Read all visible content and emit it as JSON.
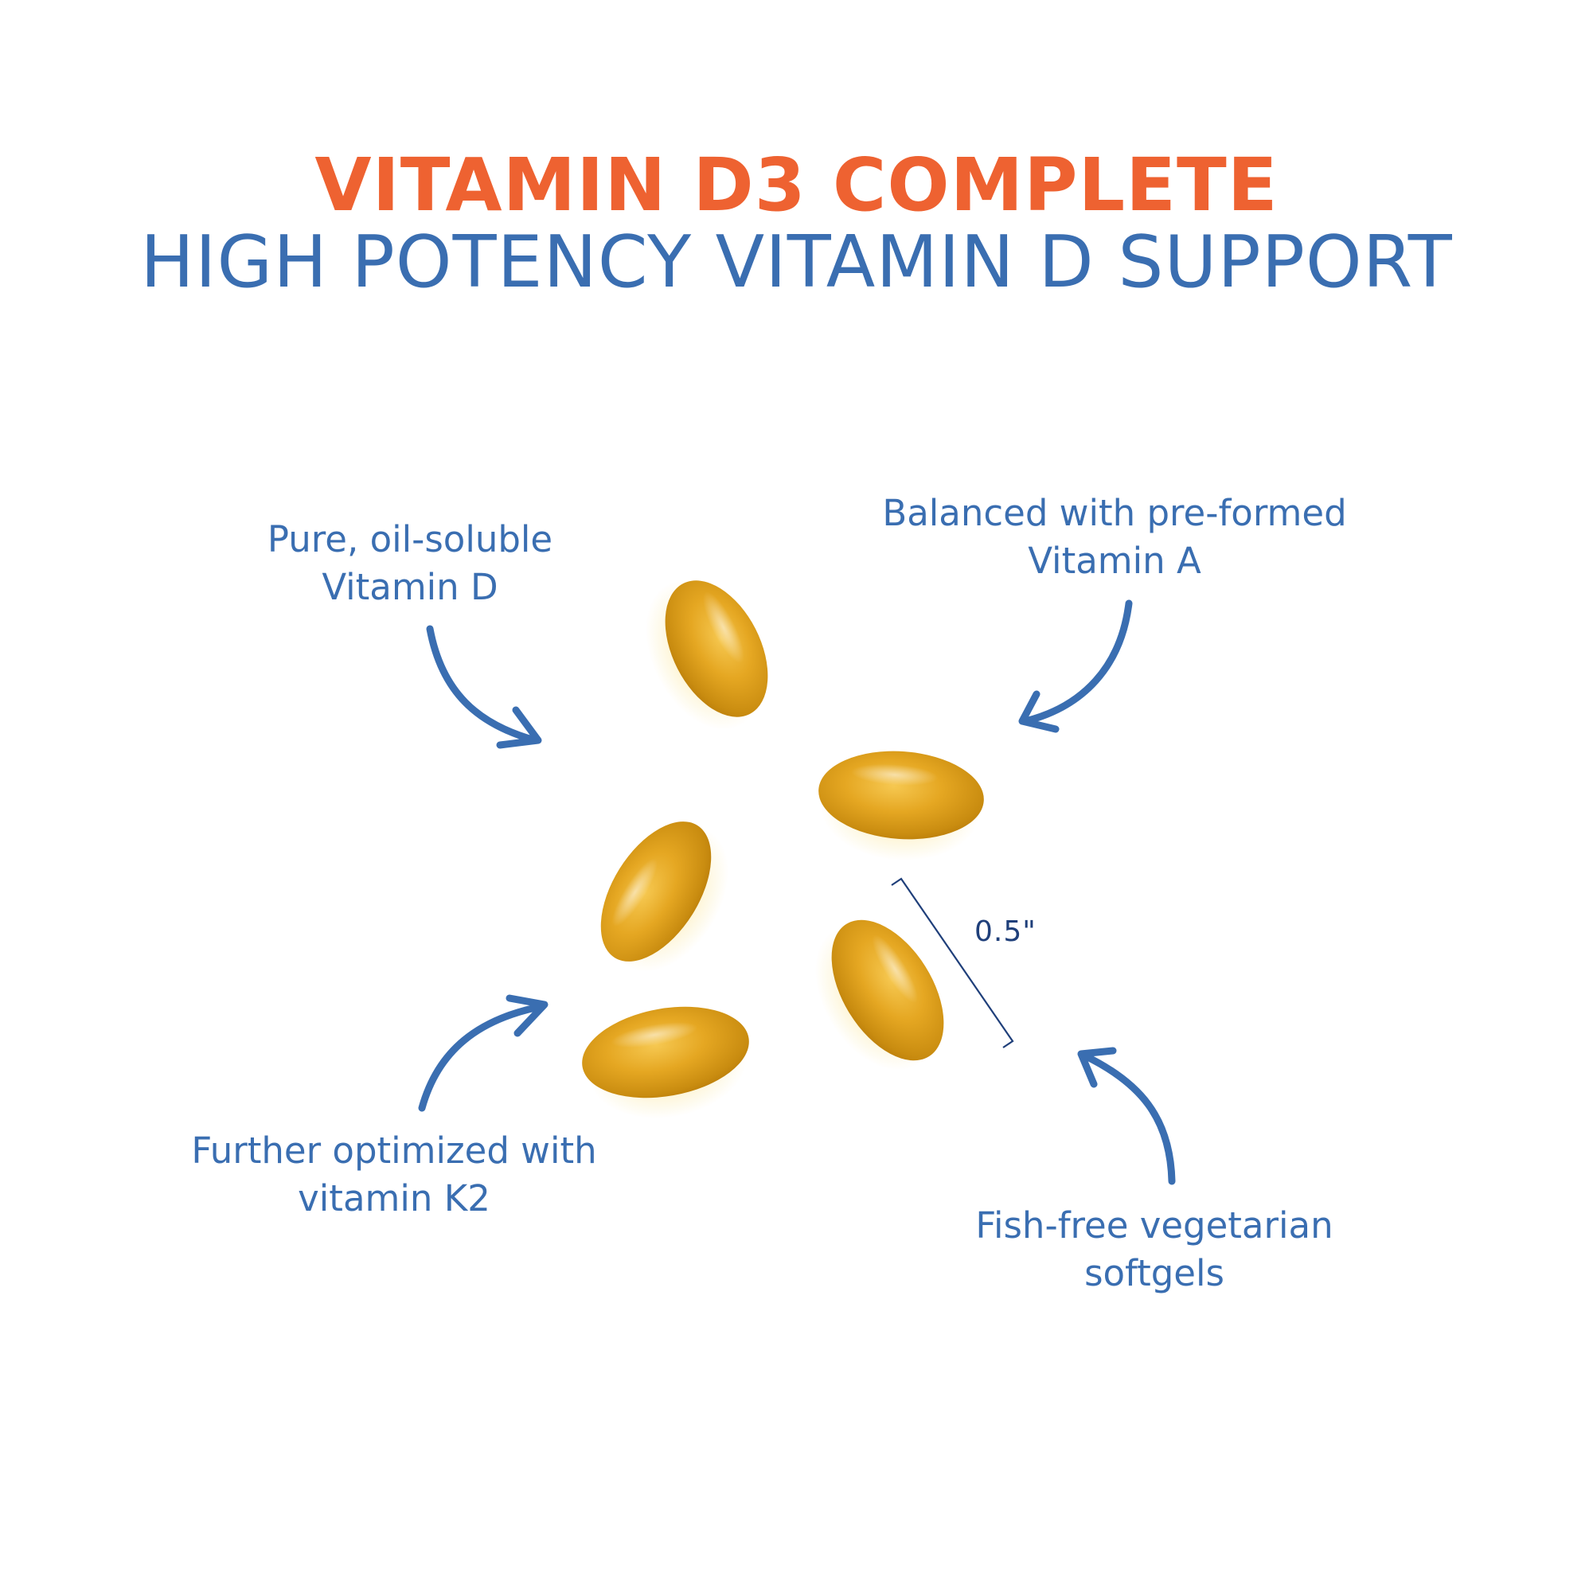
{
  "header": {
    "title": "VITAMIN D3 COMPLETE",
    "subtitle": "HIGH POTENCY VITAMIN D SUPPORT"
  },
  "callouts": {
    "top_left": {
      "line1": "Pure, oil-soluble",
      "line2": "Vitamin D"
    },
    "top_right": {
      "line1": "Balanced with pre-formed",
      "line2": "Vitamin A"
    },
    "bottom_left": {
      "line1": "Further optimized with",
      "line2": "vitamin K2"
    },
    "bottom_right": {
      "line1": "Fish-free vegetarian",
      "line2": "softgels"
    }
  },
  "measurement": {
    "label": "0.5\""
  },
  "colors": {
    "title_orange": "#ee6231",
    "brand_blue": "#3a6eb1",
    "softgel_amber": "#e0a318",
    "measure_navy": "#1f3f7a"
  }
}
